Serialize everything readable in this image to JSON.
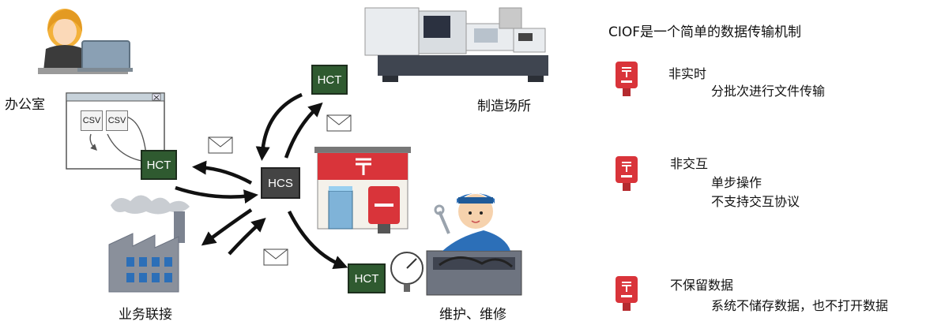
{
  "nodes": {
    "hcs": "HCS",
    "hct_top": "HCT",
    "hct_office": "HCT",
    "hct_bottom": "HCT"
  },
  "office": {
    "label": "办公室",
    "file1": "CSV",
    "file2": "CSV"
  },
  "places": {
    "manufacturing": "制造场所",
    "business": "业务联接",
    "maintenance": "维护、维修"
  },
  "panel": {
    "title": "CIOF是一个简单的数据传输机制",
    "features": [
      {
        "title": "非实时",
        "lines": [
          "分批次进行文件传输"
        ]
      },
      {
        "title": "非交互",
        "lines": [
          "单步操作",
          "不支持交互协议"
        ]
      },
      {
        "title": "不保留数据",
        "lines": [
          "系统不储存数据，也不打开数据"
        ]
      }
    ]
  },
  "colors": {
    "hct_green": "#2f5a30",
    "hcs_gray": "#444444",
    "post_red": "#d9343a",
    "arrow": "#111111"
  },
  "icons": [
    "office-worker-icon",
    "laptop-icon",
    "injection-molding-machine-icon",
    "post-office-icon",
    "factory-icon",
    "maintenance-worker-icon",
    "pressure-gauge-icon",
    "envelope-icon",
    "postbox-icon"
  ]
}
